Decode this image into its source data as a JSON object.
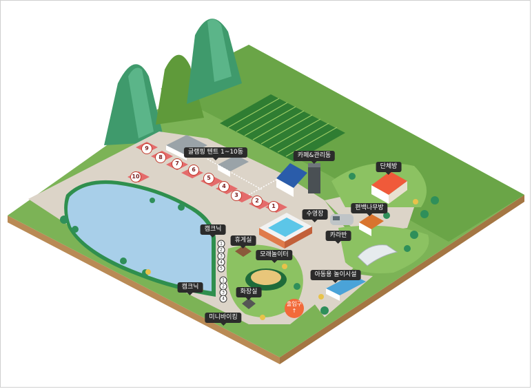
{
  "map": {
    "labels": {
      "glamping": "글램핑 텐트 1~10동",
      "cafe": "카페&관리동",
      "group_room": "단체방",
      "pine_room": "편백나무방",
      "pool": "수영장",
      "caravan": "카라반",
      "camp_picnic_1": "캠크닉",
      "rest_area": "휴게실",
      "sand_play": "모래놀이터",
      "kids_facility": "아동용 놀이시설",
      "camp_picnic_2": "캠크닉",
      "restroom": "화장실",
      "mini_viking": "미니바이킹"
    },
    "entrance": {
      "line1": "출입구",
      "line2": "↑"
    },
    "tents": [
      "1",
      "2",
      "3",
      "4",
      "5",
      "6",
      "7",
      "8",
      "9",
      "10"
    ],
    "picnic_sites_top": [
      "1",
      "2",
      "3",
      "4",
      "5"
    ],
    "picnic_sites_bottom": [
      "1",
      "2",
      "3",
      "4"
    ]
  }
}
